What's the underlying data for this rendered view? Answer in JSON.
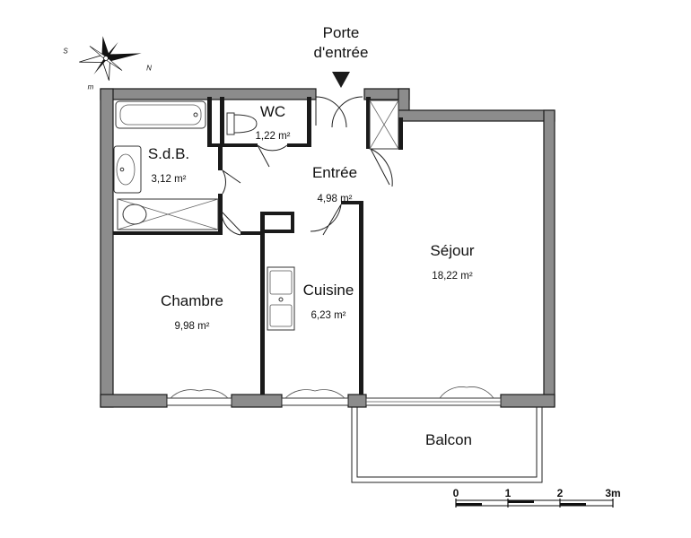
{
  "entrance": {
    "line1": "Porte",
    "line2": "d'entrée"
  },
  "compass": {
    "south": "S",
    "north": "N",
    "marker": "m"
  },
  "rooms": [
    {
      "id": "sdb",
      "name": "S.d.B.",
      "area": "3,12 m²"
    },
    {
      "id": "wc",
      "name": "WC",
      "area": "1,22 m²"
    },
    {
      "id": "entree",
      "name": "Entrée",
      "area": "4,98 m²"
    },
    {
      "id": "sejour",
      "name": "Séjour",
      "area": "18,22 m²"
    },
    {
      "id": "chambre",
      "name": "Chambre",
      "area": "9,98 m²"
    },
    {
      "id": "cuisine",
      "name": "Cuisine",
      "area": "6,23 m²"
    },
    {
      "id": "balcon",
      "name": "Balcon",
      "area": ""
    }
  ],
  "scale": {
    "labels": [
      "0",
      "1",
      "2",
      "3m"
    ]
  },
  "colors": {
    "wall": "#8c8c8c",
    "outline": "#1a1a1a",
    "background": "#ffffff"
  }
}
